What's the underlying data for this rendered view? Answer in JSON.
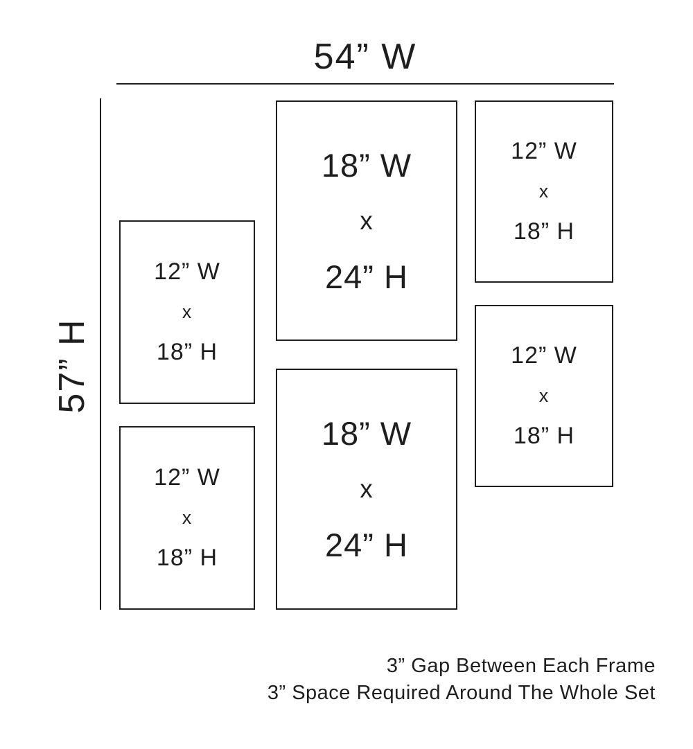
{
  "diagram": {
    "total_width_label": "54” W",
    "total_height_label": "57” H"
  },
  "frames": [
    {
      "width_label": "18” W",
      "x_label": "x",
      "height_label": "24” H"
    },
    {
      "width_label": "12” W",
      "x_label": "x",
      "height_label": "18” H"
    },
    {
      "width_label": "12” W",
      "x_label": "x",
      "height_label": "18” H"
    },
    {
      "width_label": "12” W",
      "x_label": "x",
      "height_label": "18” H"
    },
    {
      "width_label": "18” W",
      "x_label": "x",
      "height_label": "24” H"
    },
    {
      "width_label": "12” W",
      "x_label": "x",
      "height_label": "18” H"
    }
  ],
  "notes": {
    "gap_note": "3” Gap Between Each Frame",
    "space_note": "3” Space Required Around The Whole Set"
  }
}
